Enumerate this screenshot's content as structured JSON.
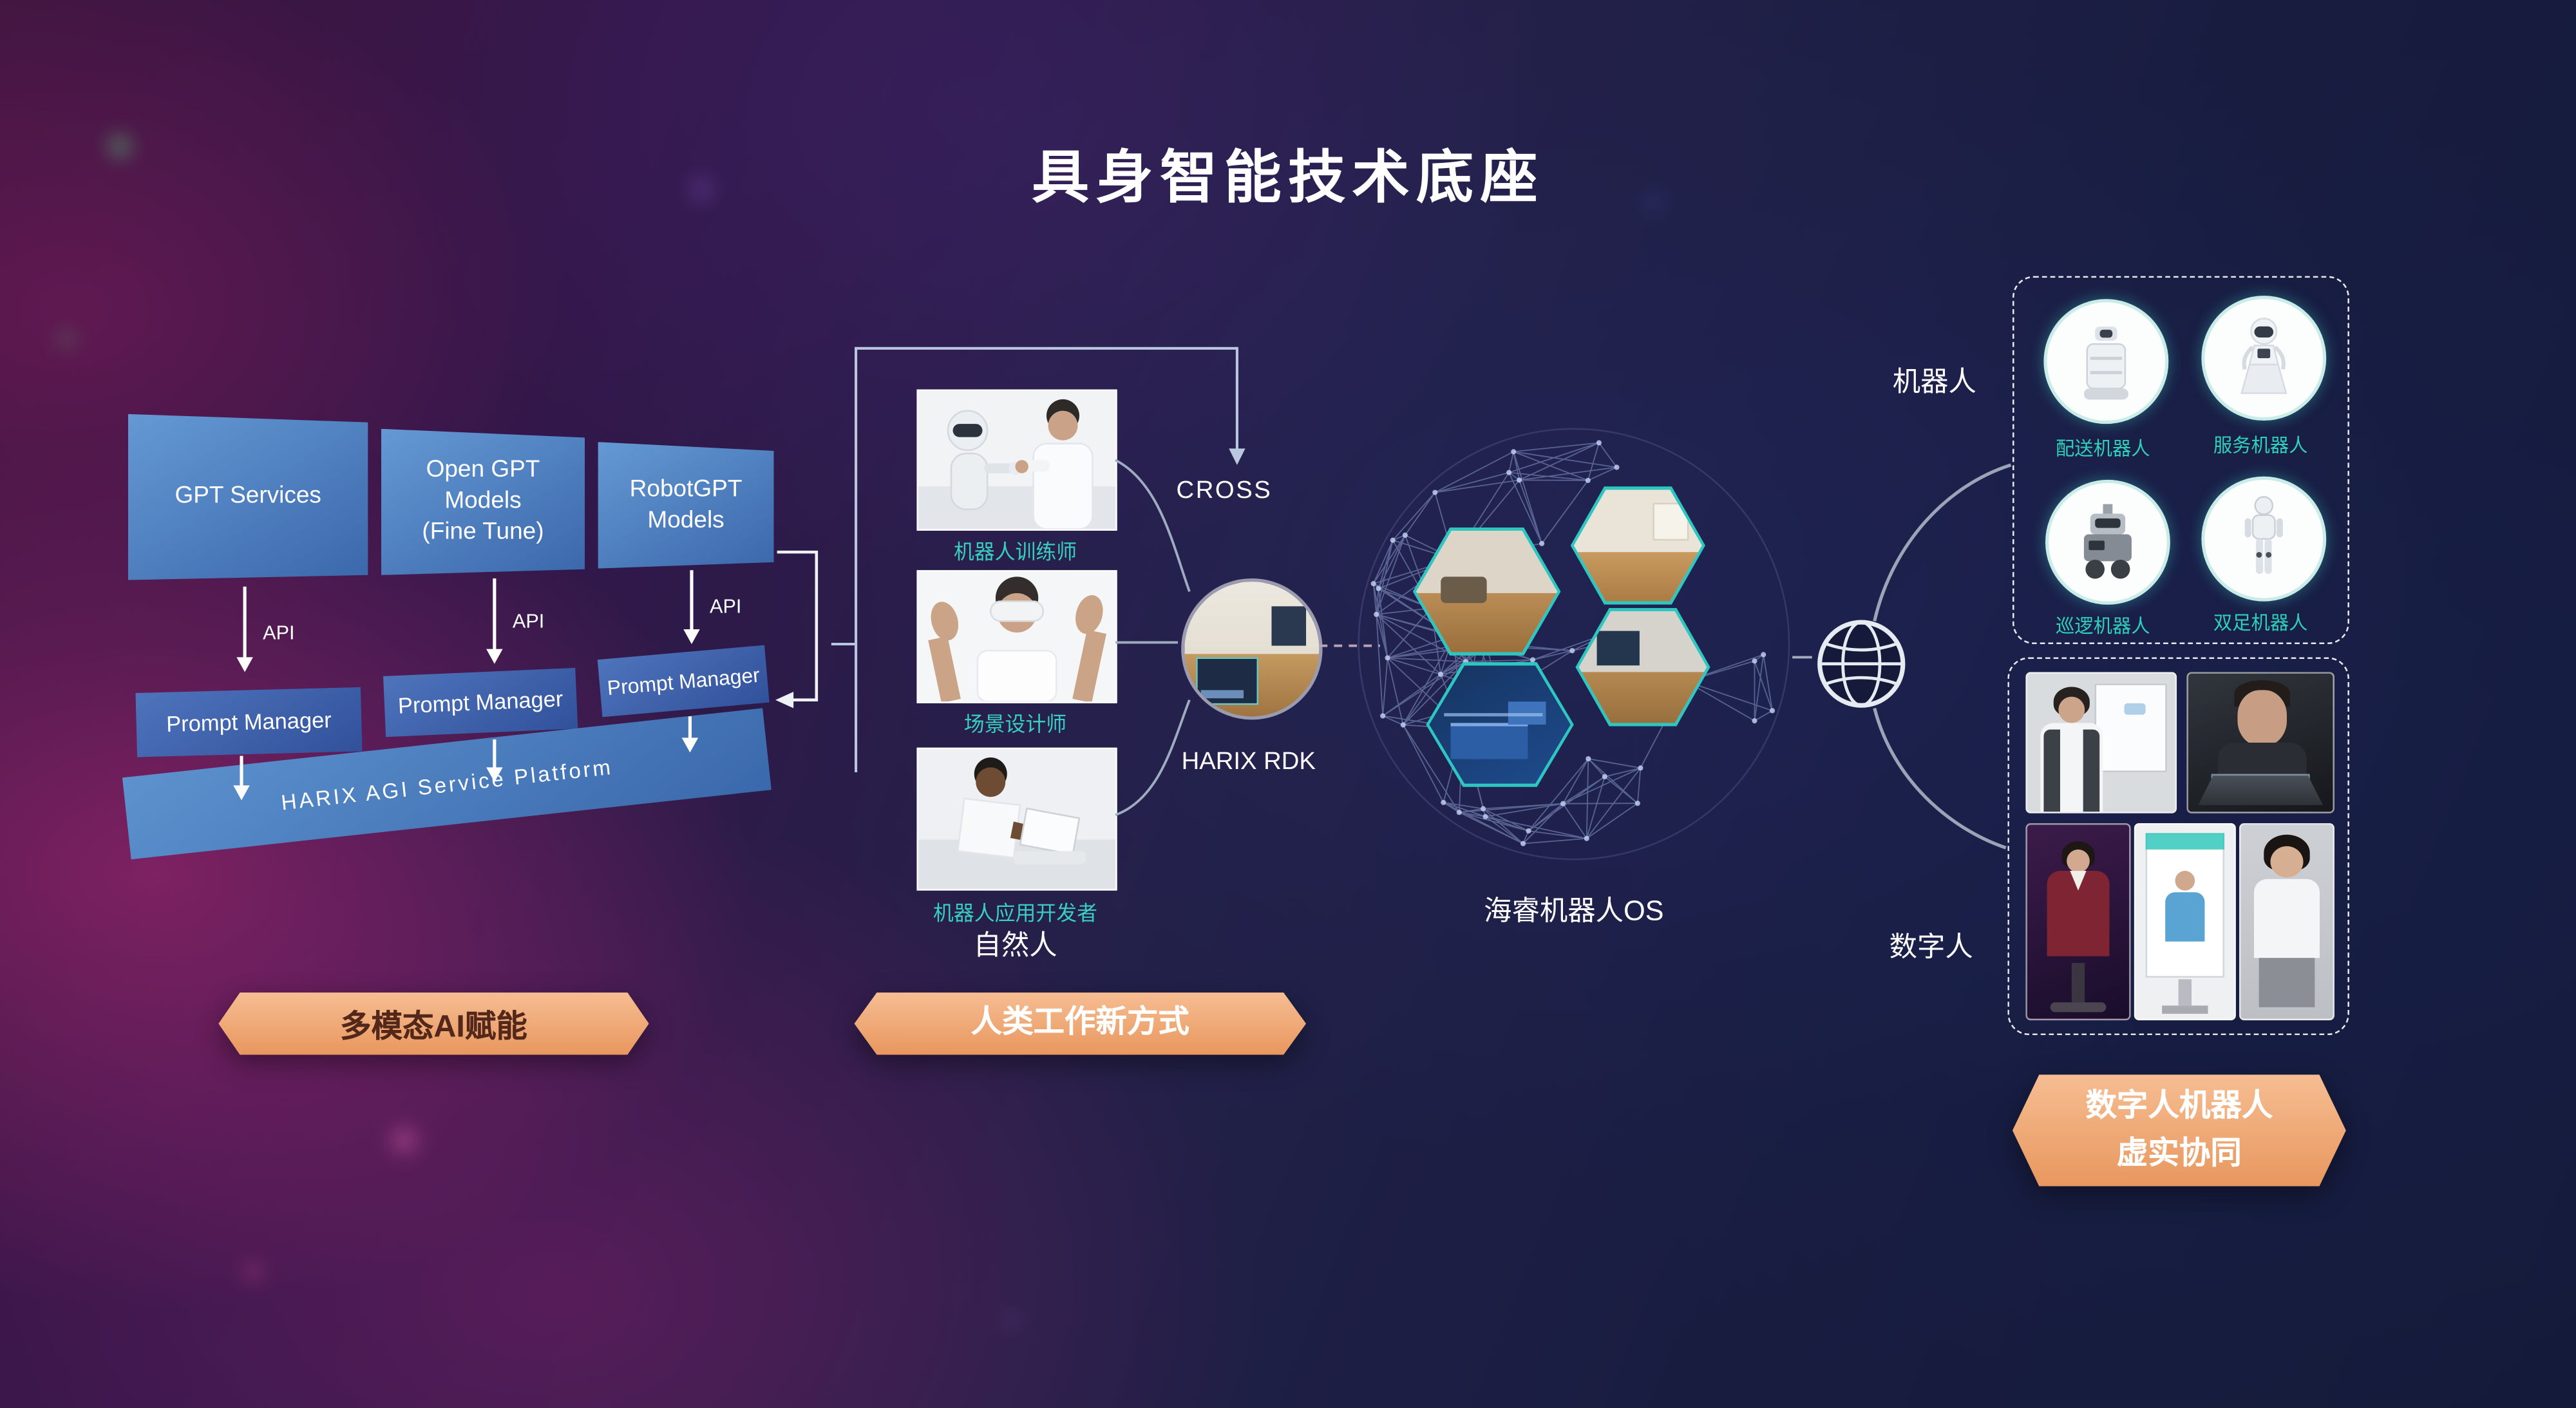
{
  "title": "具身智能技术底座",
  "left": {
    "gpt_boxes": [
      {
        "label": "GPT Services"
      },
      {
        "label": "Open GPT\nModels\n(Fine Tune)"
      },
      {
        "label": "RobotGPT\nModels"
      }
    ],
    "api_labels": [
      "API",
      "API",
      "API"
    ],
    "prompt_managers": [
      "Prompt Manager",
      "Prompt Manager",
      "Prompt Manager"
    ],
    "platform": "HARIX AGI Service Platform",
    "banner": "多模态AI赋能"
  },
  "middle": {
    "photos": [
      {
        "caption": "机器人训练师"
      },
      {
        "caption": "场景设计师"
      },
      {
        "caption": "机器人应用开发者"
      }
    ],
    "group_label": "自然人",
    "cross_label": "CROSS",
    "rdk_label": "HARIX RDK",
    "banner": "人类工作新方式"
  },
  "os": {
    "label": "海睿机器人OS"
  },
  "right": {
    "robots_title": "机器人",
    "robots": [
      {
        "label": "配送机器人"
      },
      {
        "label": "服务机器人"
      },
      {
        "label": "巡逻机器人"
      },
      {
        "label": "双足机器人"
      }
    ],
    "digital_title": "数字人",
    "banner": "数字人机器人\n虚实协同"
  },
  "colors": {
    "accent_teal": "#35c8bb",
    "banner_orange": "#f0a97c",
    "box_blue": "#4b82c8",
    "background_dark": "#1c1736"
  }
}
